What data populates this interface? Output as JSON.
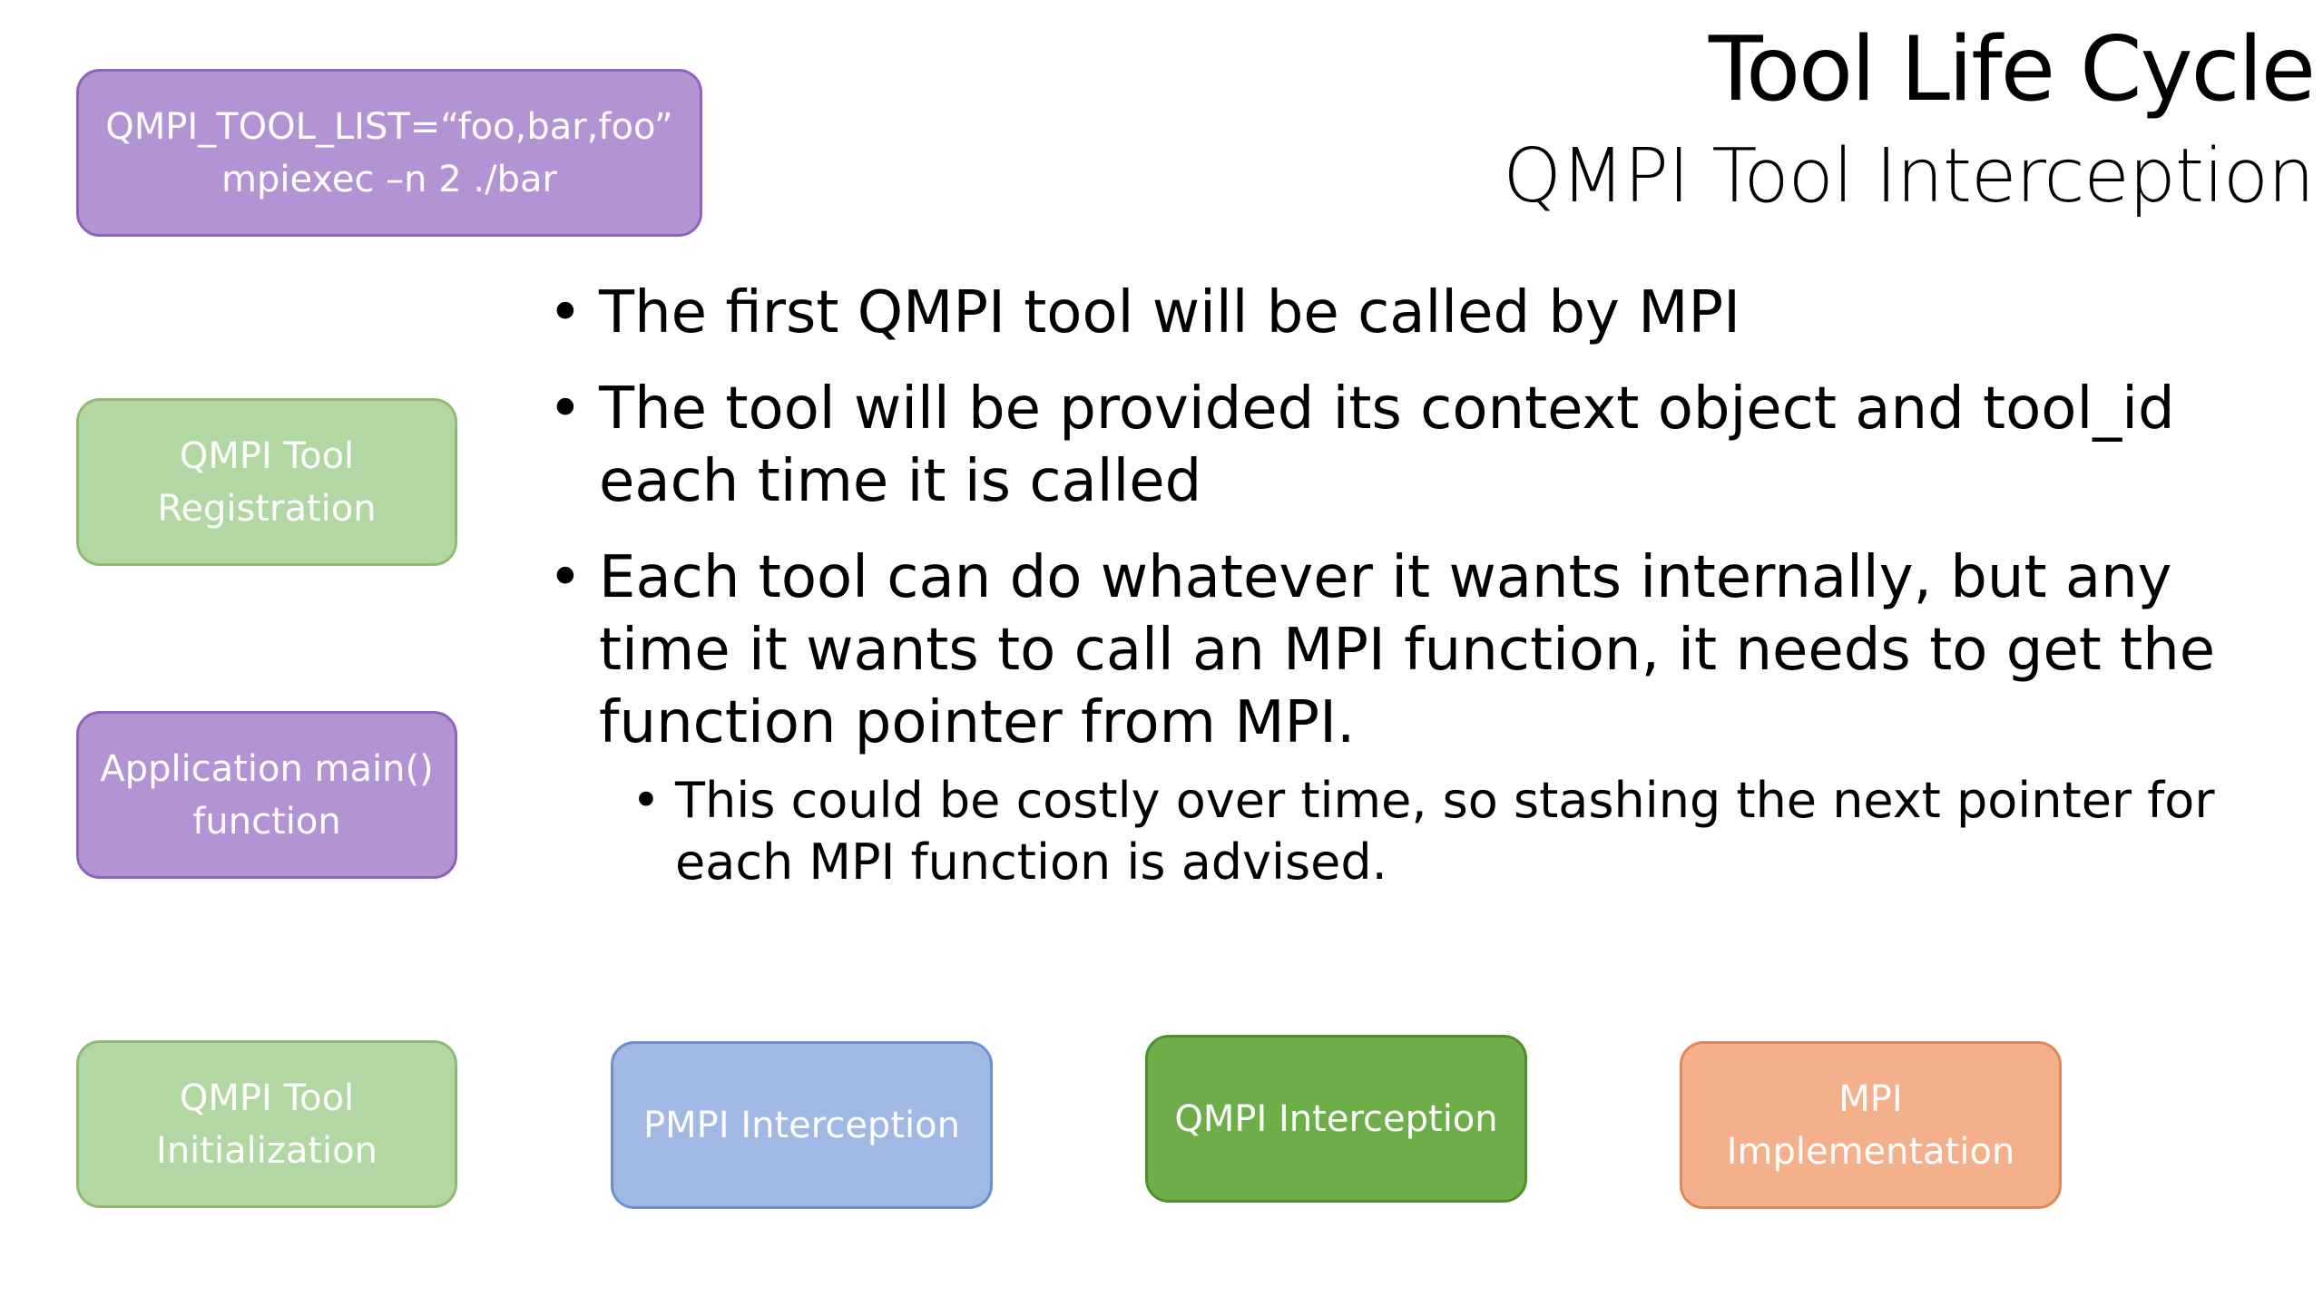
{
  "slide": {
    "title": "Tool Life Cycle",
    "subtitle": "QMPI Tool Interception"
  },
  "boxes": {
    "command": "QMPI_TOOL_LIST=“foo,bar,foo”\nmpiexec –n 2 ./bar",
    "registration": "QMPI Tool\nRegistration",
    "application_main": "Application main()\nfunction",
    "initialization": "QMPI Tool\nInitialization",
    "pmpi_interception": "PMPI Interception",
    "qmpi_interception": "QMPI Interception",
    "mpi_implementation": "MPI\nImplementation"
  },
  "bullets": [
    {
      "text": "The first QMPI tool will be called by MPI"
    },
    {
      "text": "The tool will be provided its context object and tool_id each time it is called"
    },
    {
      "text": "Each tool can do whatever it wants internally, but any time it wants to call an MPI function, it needs to get the function pointer from MPI.",
      "sub": [
        "This could be costly over time, so stashing the next pointer for each MPI function is advised."
      ]
    }
  ],
  "colors": {
    "purple": "#b293d3",
    "light_green": "#b3d7a3",
    "blue": "#a0b8e3",
    "green": "#6eae48",
    "orange": "#f4b08a"
  }
}
